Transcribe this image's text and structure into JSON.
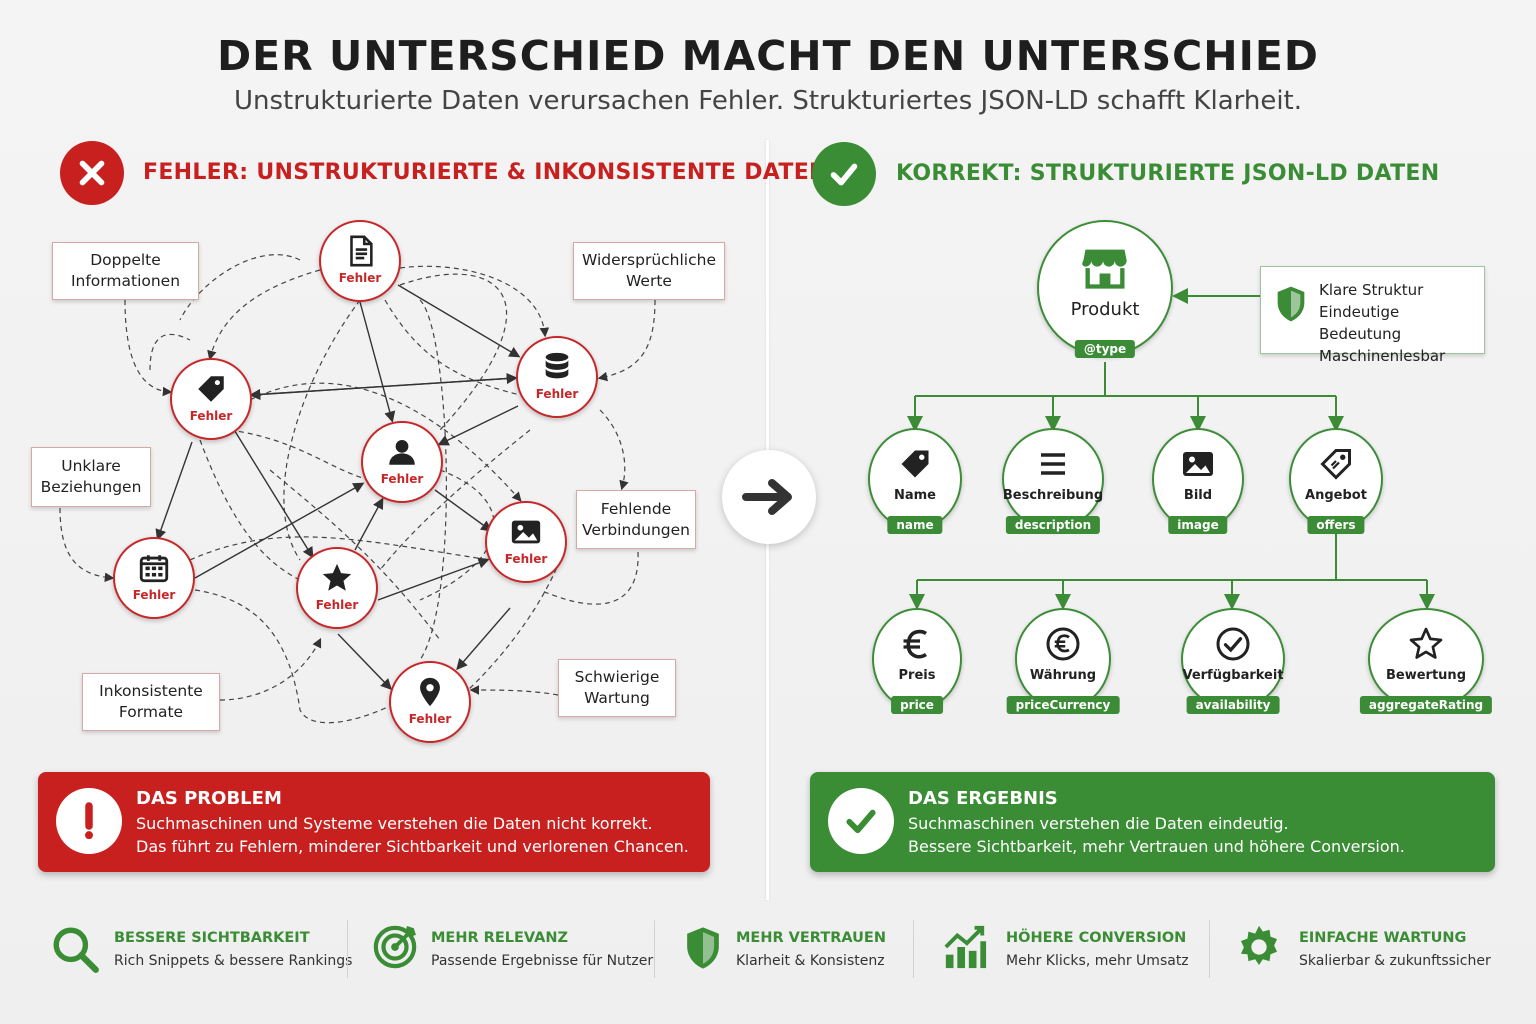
{
  "header": {
    "title": "DER UNTERSCHIED MACHT DEN UNTERSCHIED",
    "subtitle": "Unstrukturierte Daten verursachen Fehler. Strukturiertes JSON-LD schafft Klarheit."
  },
  "left": {
    "heading_prefix": "FEHLER:",
    "heading_rest": "UNSTRUKTURIERTE & INKONSISTENTE DATEN",
    "node_label": "Fehler",
    "nodes": [
      {
        "icon": "document-icon"
      },
      {
        "icon": "tag-icon"
      },
      {
        "icon": "database-icon"
      },
      {
        "icon": "user-icon"
      },
      {
        "icon": "calendar-icon"
      },
      {
        "icon": "star-icon"
      },
      {
        "icon": "image-icon"
      },
      {
        "icon": "location-pin-icon"
      }
    ],
    "issues": [
      {
        "line1": "Doppelte",
        "line2": "Informationen"
      },
      {
        "line1": "Widersprüchliche",
        "line2": "Werte"
      },
      {
        "line1": "Unklare",
        "line2": "Beziehungen"
      },
      {
        "line1": "Fehlende",
        "line2": "Verbindungen"
      },
      {
        "line1": "Inkonsistente",
        "line2": "Formate"
      },
      {
        "line1": "Schwierige",
        "line2": "Wartung"
      }
    ],
    "banner": {
      "title": "DAS PROBLEM",
      "line1": "Suchmaschinen und Systeme verstehen die Daten nicht korrekt.",
      "line2": "Das führt zu Fehlern, minderer Sichtbarkeit und verlorenen Chancen."
    }
  },
  "right": {
    "heading_prefix": "KORREKT:",
    "heading_rest": "STRUKTURIERTE JSON-LD DATEN",
    "root": {
      "name": "Produkt",
      "key": "@type",
      "icon": "store-icon"
    },
    "info": [
      "Klare Struktur",
      "Eindeutige Bedeutung",
      "Maschinenlesbar"
    ],
    "children": [
      {
        "name": "Name",
        "key": "name",
        "icon": "tag-icon"
      },
      {
        "name": "Beschreibung",
        "key": "description",
        "icon": "text-lines-icon"
      },
      {
        "name": "Bild",
        "key": "image",
        "icon": "image-icon"
      },
      {
        "name": "Angebot",
        "key": "offers",
        "icon": "offer-tag-icon"
      }
    ],
    "grandchildren": [
      {
        "name": "Preis",
        "key": "price",
        "icon": "euro-icon"
      },
      {
        "name": "Währung",
        "key": "priceCurrency",
        "icon": "euro-circle-icon"
      },
      {
        "name": "Verfügbarkeit",
        "key": "availability",
        "icon": "check-circle-icon"
      },
      {
        "name": "Bewertung",
        "key": "aggregateRating",
        "icon": "star-outline-icon"
      }
    ],
    "banner": {
      "title": "DAS ERGEBNIS",
      "line1": "Suchmaschinen verstehen die Daten eindeutig.",
      "line2": "Bessere Sichtbarkeit, mehr Vertrauen und höhere Conversion."
    }
  },
  "features": [
    {
      "title": "BESSERE SICHTBARKEIT",
      "sub": "Rich Snippets & bessere Rankings",
      "icon": "search-icon"
    },
    {
      "title": "MEHR RELEVANZ",
      "sub": "Passende Ergebnisse für Nutzer",
      "icon": "target-icon"
    },
    {
      "title": "MEHR VERTRAUEN",
      "sub": "Klarheit & Konsistenz",
      "icon": "shield-icon"
    },
    {
      "title": "HÖHERE CONVERSION",
      "sub": "Mehr Klicks, mehr Umsatz",
      "icon": "growth-chart-icon"
    },
    {
      "title": "EINFACHE WARTUNG",
      "sub": "Skalierbar & zukunftssicher",
      "icon": "gear-icon"
    }
  ],
  "colors": {
    "error": "#c8201f",
    "success": "#3a8c35"
  }
}
